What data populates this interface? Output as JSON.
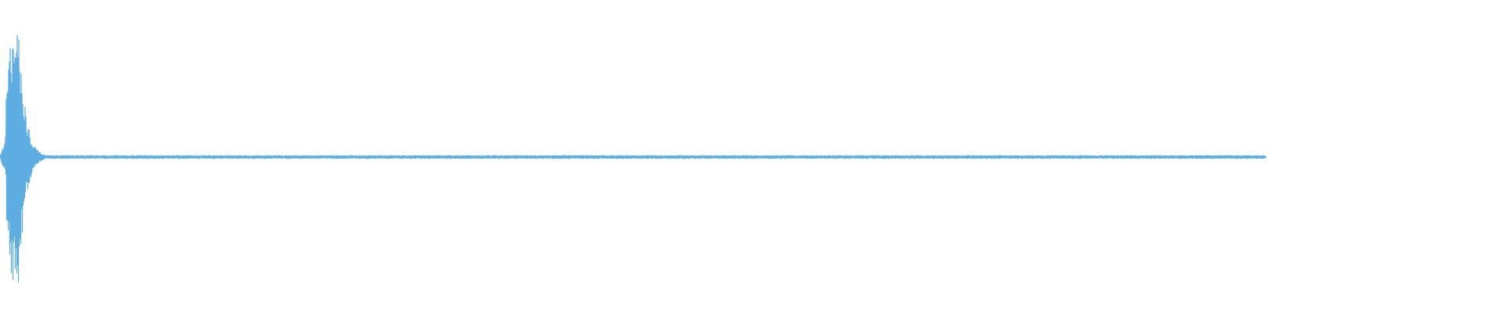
{
  "waveform": {
    "color": "#5dade2",
    "background": "#ffffff",
    "samples": 1600,
    "burst": {
      "peak_amplitude": 0.99,
      "onset_fraction": 0.004,
      "peak_fraction": 0.012,
      "decay_fraction": 0.03
    },
    "tail": {
      "amplitude": 0.012,
      "end_fraction": 0.84
    }
  }
}
